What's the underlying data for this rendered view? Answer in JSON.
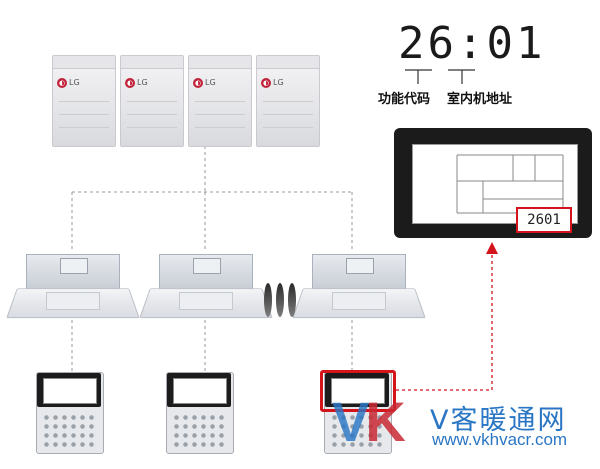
{
  "code_display": {
    "code": "26:01",
    "labels": [
      "功能代码",
      "室内机地址"
    ]
  },
  "panel": {
    "code": "2601"
  },
  "outdoor_units": [
    {
      "brand": "LG",
      "logo": "lg-logo"
    },
    {
      "brand": "LG",
      "logo": "lg-logo"
    },
    {
      "brand": "LG",
      "logo": "lg-logo"
    },
    {
      "brand": "LG",
      "logo": "lg-logo"
    }
  ],
  "indoor_units": 3,
  "controllers": 3,
  "highlight_color": "#d4141b",
  "line_color": "#9a9a9a",
  "watermark": {
    "logo": [
      "V",
      "K"
    ],
    "name": "V客暖通网",
    "url": "www.vkhvacr.com"
  }
}
